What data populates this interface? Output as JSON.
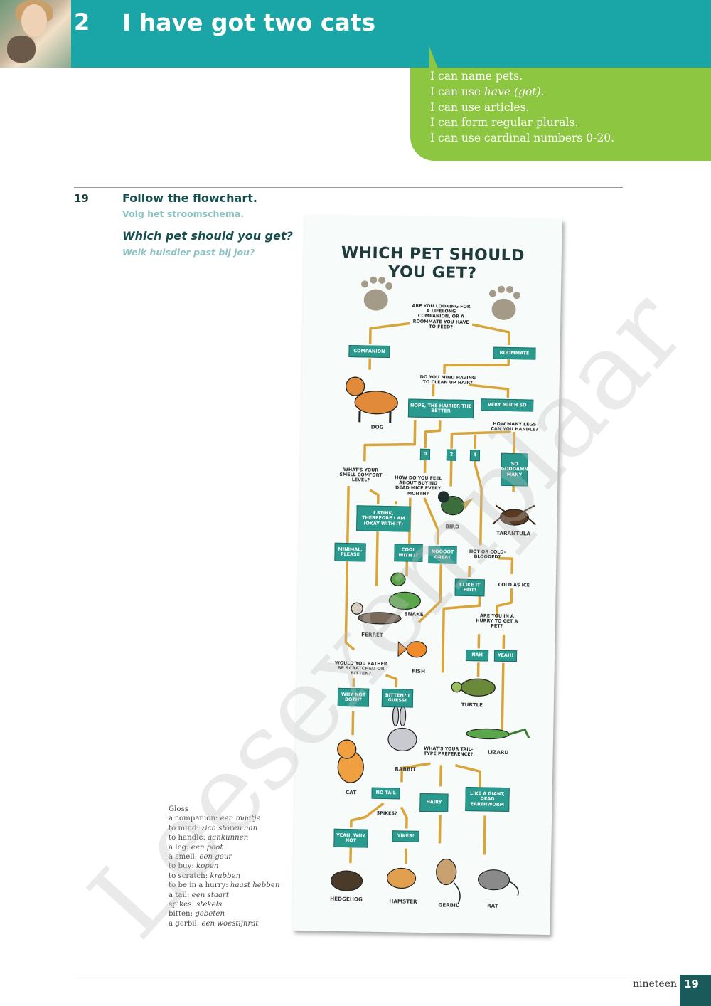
{
  "header": {
    "unit_number": "2",
    "unit_title": "I have got two cats"
  },
  "objectives": [
    {
      "pre": "I can name pets.",
      "em": "",
      "post": ""
    },
    {
      "pre": "I can use ",
      "em": "have (got)",
      "post": "."
    },
    {
      "pre": "I can use articles.",
      "em": "",
      "post": ""
    },
    {
      "pre": "I can form regular plurals.",
      "em": "",
      "post": ""
    },
    {
      "pre": "I can use cardinal numbers 0-20.",
      "em": "",
      "post": ""
    }
  ],
  "exercise": {
    "number": "19",
    "title": "Follow the flowchart.",
    "title_translation": "Volg het stroomschema.",
    "question": "Which pet should you get?",
    "question_translation": "Welk huisdier past bij jou?"
  },
  "poster": {
    "title_line1": "WHICH PET SHOULD",
    "title_line2": "YOU GET?",
    "questions": {
      "q1": "ARE YOU LOOKING FOR A LIFELONG COMPANION, OR A ROOMMATE YOU HAVE TO FEED?",
      "q2": "DO YOU MIND HAVING TO CLEAN UP HAIR?",
      "q3": "HOW MANY LEGS CAN YOU HANDLE?",
      "q4": "WHAT'S YOUR SMELL COMFORT LEVEL?",
      "q5": "HOW DO YOU FEEL ABOUT BUYING DEAD MICE EVERY MONTH?",
      "q6": "HOT OR COLD-BLOODED?",
      "q7": "ARE YOU IN A HURRY TO GET A PET?",
      "q8": "WOULD YOU RATHER BE SCRATCHED OR BITTEN?",
      "q9": "WHAT'S YOUR TAIL-TYPE PREFERENCE?",
      "q10": "SPIKES?"
    },
    "options": {
      "companion": "COMPANION",
      "roommate": "ROOMMATE",
      "nope": "NOPE, THE HAIRIER THE BETTER",
      "very_much": "VERY MUCH SO",
      "leg0": "0",
      "leg2": "2",
      "leg4": "4",
      "so_many": "SO GODDAMN MANY",
      "i_stink": "I STINK, THEREFORE I AM (OKAY WITH IT)",
      "minimal": "MINIMAL, PLEASE",
      "cool": "COOL WITH IT",
      "nooo": "NOOOOT GREAT",
      "i_like_hot": "I LIKE IT HOT!",
      "cold_as_ice": "COLD AS ICE",
      "nah": "NAH",
      "yeah": "YEAH!",
      "why_not_both": "WHY NOT BOTH?",
      "bitten": "BITTEN? I GUESS!",
      "no_tail": "NO TAIL",
      "hairy": "HAIRY",
      "earthworm": "LIKE A GIANT, DEAD EARTHWORM",
      "yeah_why_not": "YEAH, WHY NOT",
      "yikes": "YIKES!"
    },
    "animals": {
      "dog": "DOG",
      "bird": "BIRD",
      "tarantula": "TARANTULA",
      "snake": "SNAKE",
      "ferret": "FERRET",
      "fish": "FISH",
      "turtle": "TURTLE",
      "lizard": "LIZARD",
      "rabbit": "RABBIT",
      "cat": "CAT",
      "hedgehog": "HEDGEHOG",
      "hamster": "HAMSTER",
      "gerbil": "GERBIL",
      "rat": "RAT"
    }
  },
  "gloss": {
    "title": "Gloss",
    "items": [
      {
        "term": "a companion",
        "translation": "een maatje"
      },
      {
        "term": "to mind",
        "translation": "zich storen aan"
      },
      {
        "term": "to handle",
        "translation": "aankunnen"
      },
      {
        "term": "a leg",
        "translation": "een poot"
      },
      {
        "term": "a smell",
        "translation": "een geur"
      },
      {
        "term": "to buy",
        "translation": "kopen"
      },
      {
        "term": "to scratch",
        "translation": "krabben"
      },
      {
        "term": "to be in a hurry",
        "translation": "haast hebben"
      },
      {
        "term": "a tail",
        "translation": "een staart"
      },
      {
        "term": "spikes",
        "translation": "stekels"
      },
      {
        "term": "bitten",
        "translation": "gebeten"
      },
      {
        "term": "a gerbil",
        "translation": "een woestijnrat"
      }
    ]
  },
  "watermark": "Leesexemplaar",
  "footer": {
    "page_word": "nineteen",
    "page_number": "19"
  },
  "colors": {
    "header_teal": "#1aa6a6",
    "objectives_green": "#8dc640",
    "title_teal": "#15504f",
    "subtitle_teal": "#8cc2c2",
    "poster_box": "#2a9a8e",
    "arrow_gold": "#d9a53a",
    "footer_box": "#1a5a5a"
  }
}
